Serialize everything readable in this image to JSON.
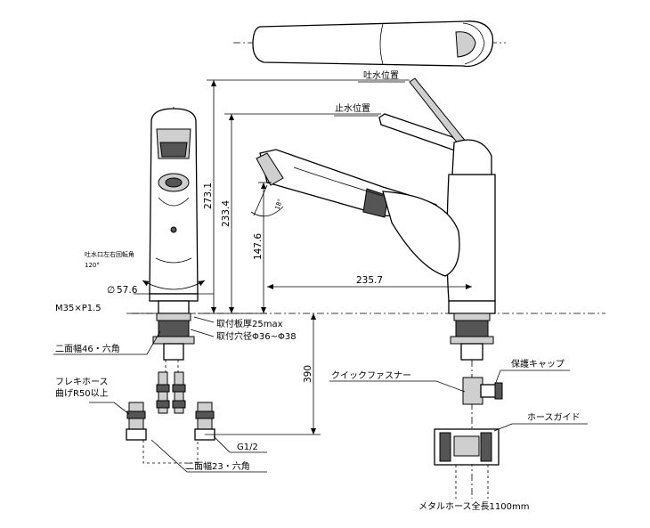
{
  "labels": {
    "spout_open": "吐水位置",
    "spout_close": "止水位置",
    "rotation_note": "吐水口左右回転角",
    "rotation_angle": "120°",
    "diameter": "57.6",
    "thread": "M35×P1.5",
    "hex46": "二面幅46・六角",
    "plate": "取付板厚25max",
    "hole": "取付穴径Φ36~Φ38",
    "flex_hose_1": "フレキホース",
    "flex_hose_2": "曲げR50以上",
    "g12": "G1/2",
    "hex23": "二面幅23・六角",
    "quick_fastener": "クイックファスナー",
    "protect_cap": "保護キャップ",
    "hose_guide": "ホースガイド",
    "metal_hose": "メタルホース全長1100mm"
  },
  "dimensions": {
    "h273": "273.1",
    "h233": "233.4",
    "h147": "147.6",
    "w235": "235.7",
    "d390": "390",
    "angle18": "18°"
  }
}
